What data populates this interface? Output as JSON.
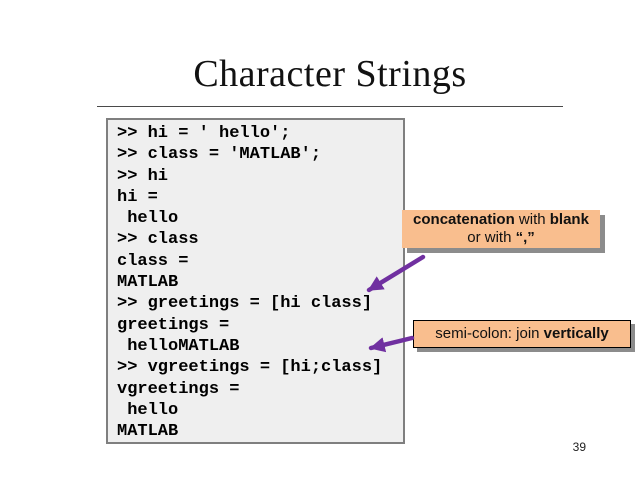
{
  "slide": {
    "title": "Character Strings",
    "page_number": "39"
  },
  "code_box": {
    "lines": [
      ">> hi = ' hello';",
      ">> class = 'MATLAB';",
      ">> hi",
      "hi =",
      " hello",
      ">> class",
      "class =",
      "MATLAB",
      ">> greetings = [hi class]",
      "greetings =",
      " helloMATLAB",
      ">> vgreetings = [hi;class]",
      "vgreetings =",
      " hello",
      "MATLAB"
    ]
  },
  "callout_concat": {
    "line1_bold1": "concatenation",
    "line1_normal": " with ",
    "line1_bold2": "blank",
    "line2_normal": "or with ",
    "line2_bold": "“,”"
  },
  "callout_semicolon": {
    "normal": "semi-colon: join ",
    "bold": "vertically"
  },
  "colors": {
    "callout_bg": "#f9be8e",
    "callout_shadow": "#8c8c8c",
    "arrow": "#7030a0",
    "code_bg": "#efefef",
    "code_border": "#7f7f7f"
  }
}
